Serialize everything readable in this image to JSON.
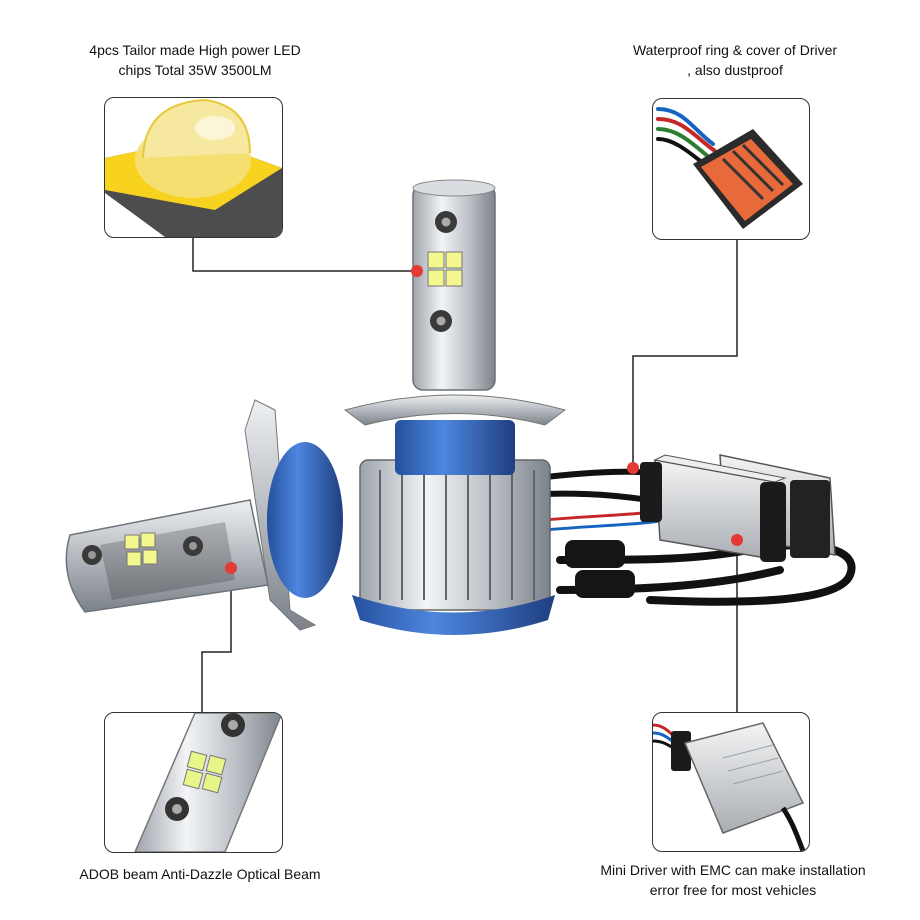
{
  "callouts": {
    "led_chips": {
      "line1": "4pcs Tailor made High power LED",
      "line2": "chips Total 35W 3500LM"
    },
    "waterproof": {
      "line1": "Waterproof ring & cover of Driver",
      "line2": ", also dustproof"
    },
    "beam": {
      "line1": "ADOB beam Anti-Dazzle Optical Beam"
    },
    "driver": {
      "line1": "Mini Driver with EMC can make installation",
      "line2": "error free for most vehicles"
    }
  },
  "colors": {
    "accent_dot": "#e53935",
    "housing_blue": "#3a6fc4",
    "chip_yellow": "#f7d21e",
    "leader_line": "#222222"
  },
  "icons": {
    "led_chip_inset": "led-chip-closeup",
    "connector_inset": "waterproof-connector",
    "beam_inset": "led-beam-closeup",
    "driver_inset": "mini-driver"
  }
}
